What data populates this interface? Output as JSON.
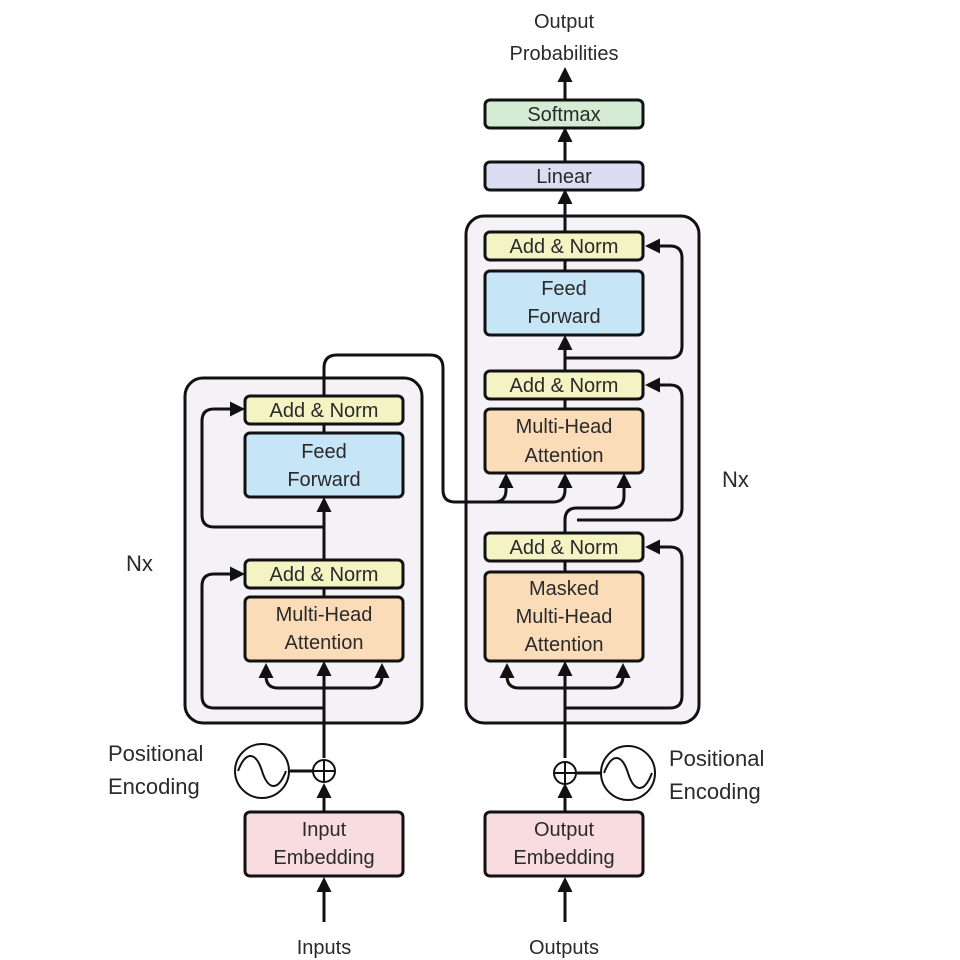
{
  "title": "Transformer model architecture",
  "colors": {
    "stack_bg": "#f4f2f6",
    "add_norm": "#f3f3c4",
    "feed_forward": "#c6e6f7",
    "attention": "#fbdcb8",
    "embedding": "#f8dce0",
    "linear": "#dcdcf3",
    "softmax": "#d4ecd4",
    "stroke": "#111111"
  },
  "top": {
    "output_label_line1": "Output",
    "output_label_line2": "Probabilities",
    "softmax": "Softmax",
    "linear": "Linear"
  },
  "encoder": {
    "repeat_label": "Nx",
    "add_norm_top": "Add & Norm",
    "feed_forward_line1": "Feed",
    "feed_forward_line2": "Forward",
    "add_norm_bottom": "Add & Norm",
    "attention_line1": "Multi-Head",
    "attention_line2": "Attention",
    "positional_line1": "Positional",
    "positional_line2": "Encoding",
    "embedding_line1": "Input",
    "embedding_line2": "Embedding",
    "input_label": "Inputs"
  },
  "decoder": {
    "repeat_label": "Nx",
    "add_norm_top": "Add & Norm",
    "feed_forward_line1": "Feed",
    "feed_forward_line2": "Forward",
    "add_norm_mid": "Add & Norm",
    "cross_attention_line1": "Multi-Head",
    "cross_attention_line2": "Attention",
    "add_norm_bottom": "Add & Norm",
    "masked_attention_line1": "Masked",
    "masked_attention_line2": "Multi-Head",
    "masked_attention_line3": "Attention",
    "positional_line1": "Positional",
    "positional_line2": "Encoding",
    "embedding_line1": "Output",
    "embedding_line2": "Embedding",
    "output_label": "Outputs"
  }
}
